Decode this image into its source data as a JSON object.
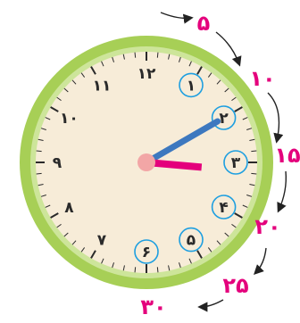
{
  "clock": {
    "hour": 3,
    "minute": 10,
    "colors": {
      "ring": "#a7cf56",
      "ring_inner": "#cde59a",
      "face": "#f7ecd8",
      "ticks": "#2a2a2a",
      "minute_hand": "#3d78bf",
      "hour_hand": "#e4007c",
      "hub": "#f2a6a6",
      "circle_marker": "#1e9fe0"
    },
    "numerals": [
      "١٢",
      "١",
      "٢",
      "٣",
      "۴",
      "۵",
      "۶",
      "٧",
      "٨",
      "٩",
      "١٠",
      "١١"
    ],
    "circled_hours": [
      1,
      2,
      3,
      4,
      5,
      6
    ]
  },
  "outer_labels": [
    "۵",
    "١٠",
    "١۵",
    "٢٠",
    "٢۵",
    "٣٠"
  ]
}
